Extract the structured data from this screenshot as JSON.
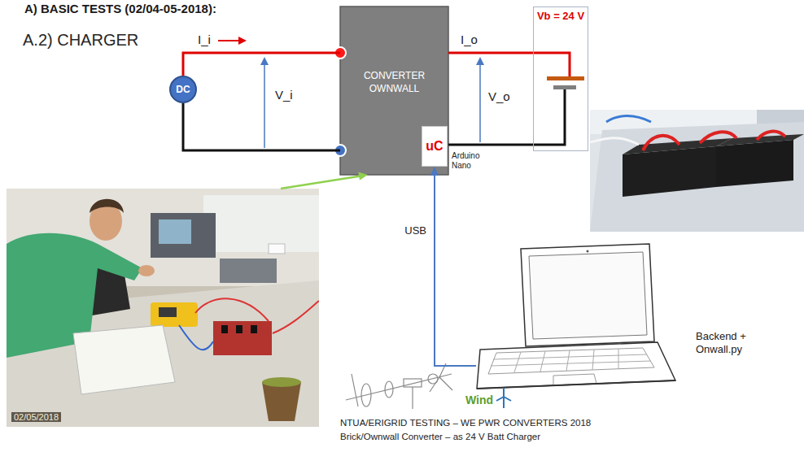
{
  "diagram": {
    "title": "A) BASIC TESTS (02/04-05-2018):",
    "nodes": [
      {
        "text": [
          "DC"
        ]
      },
      {
        "text": [
          "CONVERTER OWNWALL"
        ]
      },
      {
        "text": [
          "uC"
        ],
        "in": 1
      },
      {
        "text": [
          "Vb = 24 V"
        ]
      },
      {
        "text": [
          "02/05/2018"
        ]
      },
      {
        "text": [
          "Backend + Onwall.py"
        ]
      }
    ],
    "edges": [
      {
        "from": 0,
        "to": 1,
        "arrow": "none"
      },
      {
        "from": 0,
        "to": 1,
        "arrow": "none"
      },
      {
        "from": 1,
        "to": 3,
        "arrow": "none"
      },
      {
        "from": 1,
        "to": 3,
        "arrow": "none"
      },
      {
        "from": 5,
        "to": 2,
        "label": "USB",
        "arrow": "to"
      },
      {
        "from": 4,
        "to": 1,
        "arrow": "to"
      }
    ],
    "labels": [
      "A.2) CHARGER",
      "I_i",
      "V_i",
      "I_o",
      "V_o",
      "Arduino Nano",
      "Wind",
      "NTUA/ERIGRID TESTING – WE PWR CONVERTERS 2018",
      "Brick/Ownwall Converter – as 24 V Batt Charger"
    ]
  }
}
